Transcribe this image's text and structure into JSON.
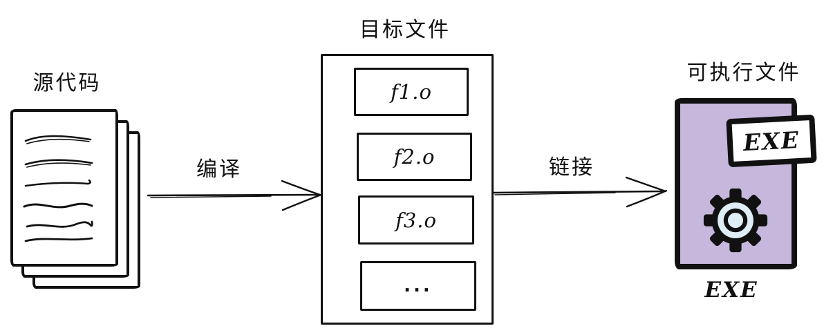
{
  "diagram": {
    "source": {
      "label": "源代码"
    },
    "compile_arrow": {
      "label": "编译"
    },
    "object_files": {
      "title": "目标文件",
      "items": [
        "f1.o",
        "f2.o",
        "f3.o",
        "..."
      ]
    },
    "link_arrow": {
      "label": "链接"
    },
    "executable": {
      "label": "可执行文件",
      "badge": "EXE",
      "caption": "EXE"
    },
    "colors": {
      "ink": "#111111",
      "file_purple": "#c5b8dc",
      "gear_light": "#dfeef6",
      "paper_white": "#ffffff"
    }
  }
}
